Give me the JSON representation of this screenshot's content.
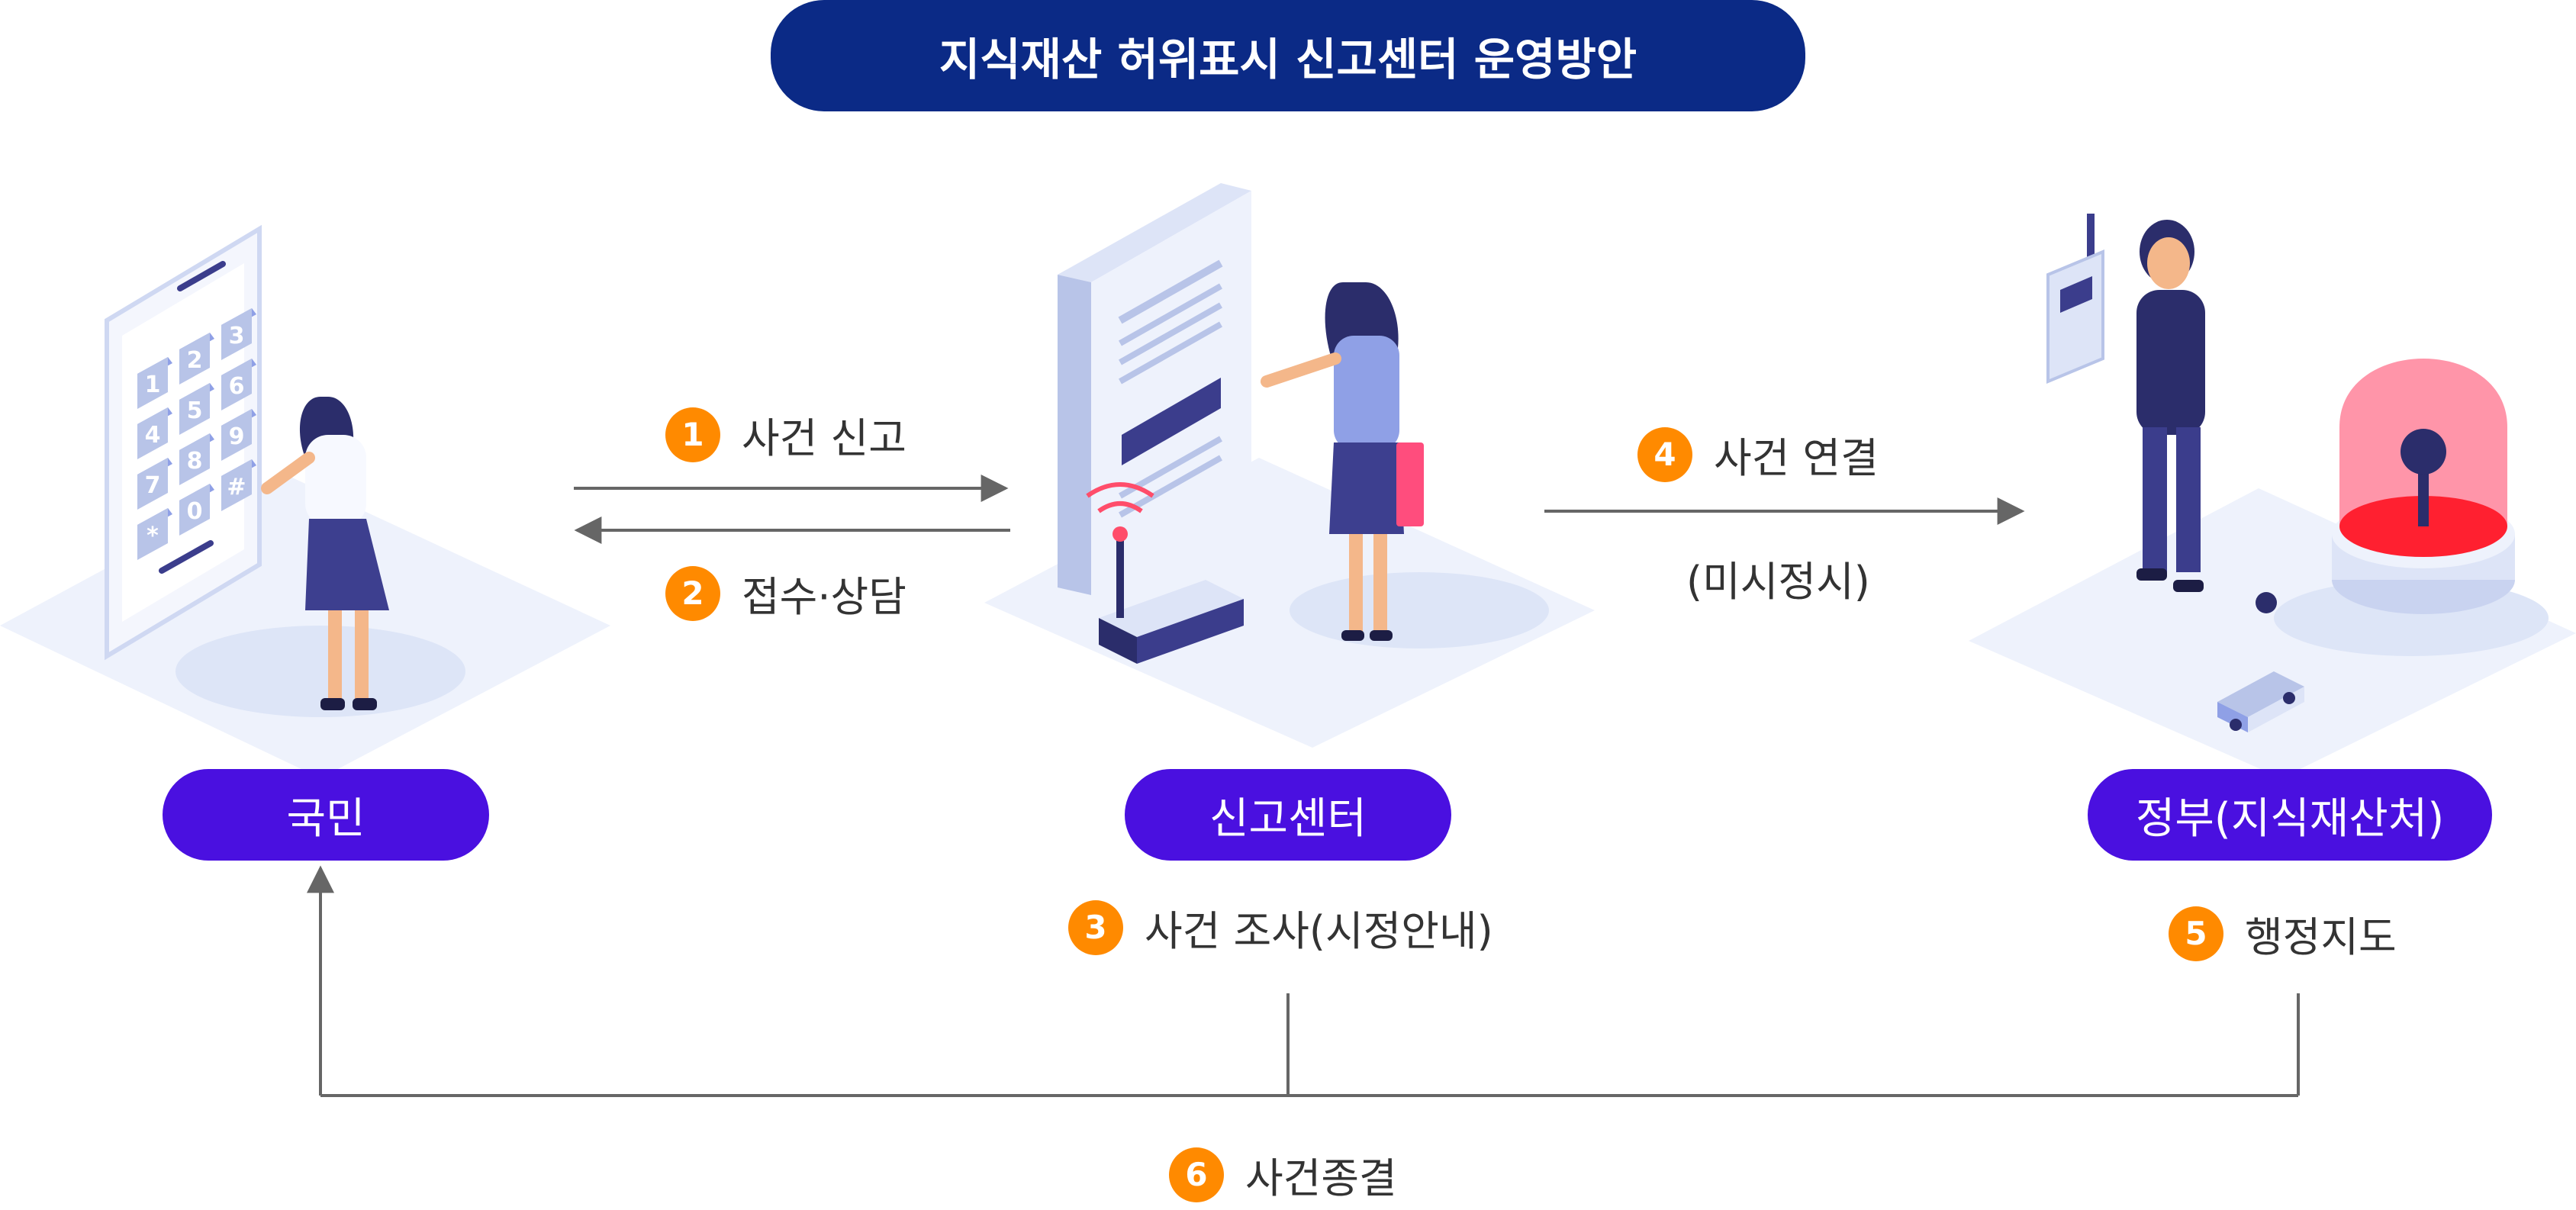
{
  "title": "지식재산 허위표시 신고센터 운영방안",
  "colors": {
    "title_bg": "#0b2a86",
    "node_bg": "#4a10e0",
    "badge": "#ff8a00",
    "arrow": "#666666",
    "platform": "#e9eefb",
    "illustration_light": "#c9d3f0",
    "illustration_dark": "#2b2d6b",
    "siren_red": "#ff2030"
  },
  "nodes": {
    "citizen": "국민",
    "center": "신고센터",
    "government": "정부(지식재산처)"
  },
  "steps": [
    {
      "number": "1",
      "label": "사건 신고"
    },
    {
      "number": "2",
      "label": "접수·상담"
    },
    {
      "number": "3",
      "label": "사건 조사(시정안내)"
    },
    {
      "number": "4",
      "label": "사건 연결"
    },
    {
      "number": "5",
      "label": "행정지도"
    },
    {
      "number": "6",
      "label": "사건종결"
    }
  ],
  "step4_note": "(미시정시)",
  "keypad": [
    "1",
    "2",
    "3",
    "4",
    "5",
    "6",
    "7",
    "8",
    "9",
    "*",
    "0",
    "#"
  ],
  "icons": {
    "citizen": "keypad-phone-icon",
    "center": "report-document-icon",
    "government": "siren-icon"
  }
}
